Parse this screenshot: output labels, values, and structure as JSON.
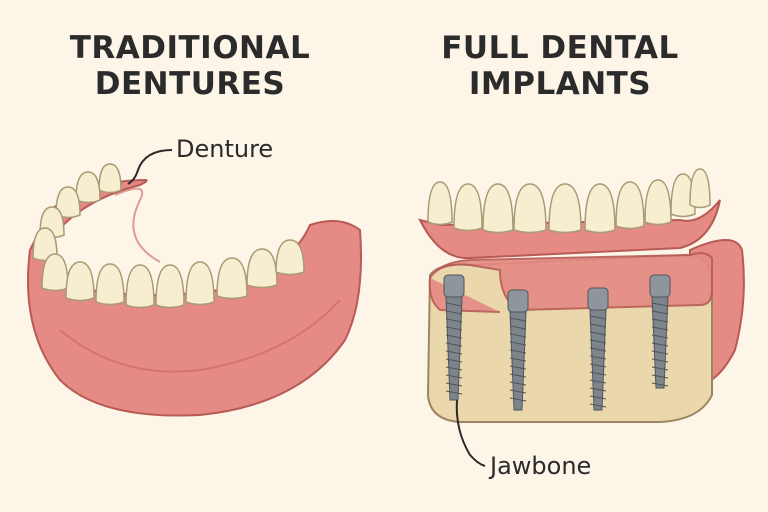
{
  "left_panel": {
    "title_line1": "TRADITIONAL",
    "title_line2": "DENTURES",
    "callout": "Denture"
  },
  "right_panel": {
    "title_line1": "FULL DENTAL",
    "title_line2": "IMPLANTS",
    "callout": "Jawbone"
  },
  "colors": {
    "background": "#fcf5e8",
    "gum": "#e58a84",
    "gum_shadow": "#c9645f",
    "tooth": "#f7edd0",
    "bone": "#ead7ab",
    "implant": "#8e959c"
  }
}
